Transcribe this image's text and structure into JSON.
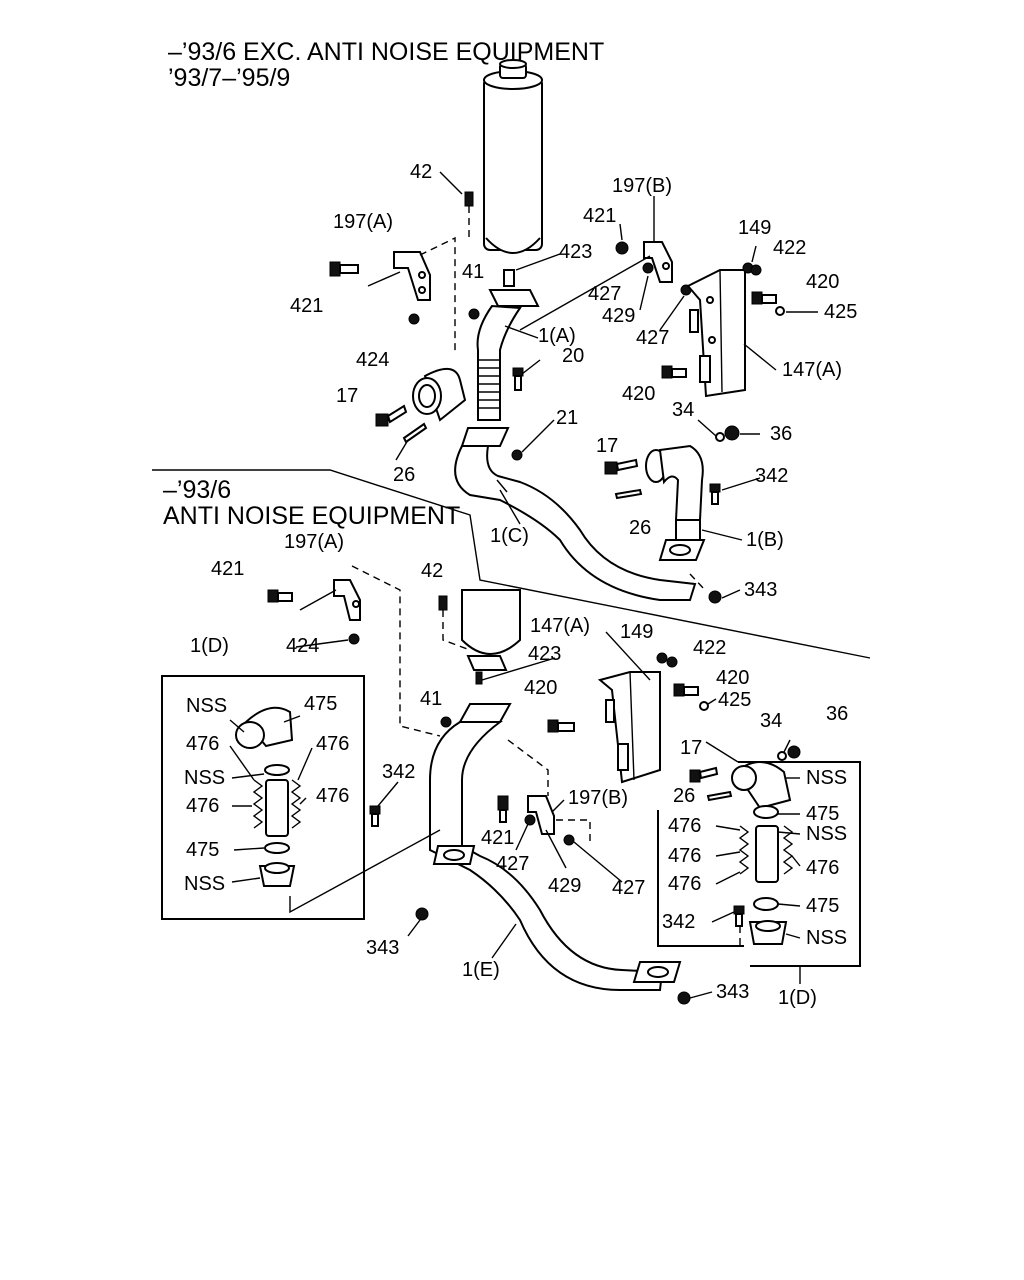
{
  "header": {
    "line1": "–’93/6 EXC. ANTI NOISE EQUIPMENT",
    "line2": "’93/7–’95/9"
  },
  "section2": {
    "line1": "–’93/6",
    "line2": "ANTI NOISE EQUIPMENT"
  },
  "labels": {
    "l42a": "42",
    "l197b_top": "197(B)",
    "l197a_top": "197(A)",
    "l421a": "421",
    "l149a": "149",
    "l422a": "422",
    "l423a": "423",
    "l41a": "41",
    "l421b": "421",
    "l427a": "427",
    "l420a": "420",
    "l429a": "429",
    "l425a": "425",
    "l424a": "424",
    "l1a": "1(A)",
    "l427b": "427",
    "l20": "20",
    "l147a_top": "147(A)",
    "l420b": "420",
    "l17a": "17",
    "l21": "21",
    "l34a": "34",
    "l36a": "36",
    "l17b": "17",
    "l26a": "26",
    "l342a": "342",
    "l26b": "26",
    "l1c": "1(C)",
    "l1b": "1(B)",
    "l343a": "343",
    "l197a_mid": "197(A)",
    "l421c": "421",
    "l42b": "42",
    "l424b": "424",
    "l147a_mid": "147(A)",
    "l149b": "149",
    "l1d_left": "1(D)",
    "l423b": "423",
    "l422b": "422",
    "l420c": "420",
    "l420d": "420",
    "l425b": "425",
    "l41b": "41",
    "l34b": "34",
    "l36b": "36",
    "lnss1": "NSS",
    "l475a": "475",
    "l476a": "476",
    "l476b": "476",
    "lnss2": "NSS",
    "l476c": "476",
    "l476d": "476",
    "l342b": "342",
    "l17c": "17",
    "lnss3": "NSS",
    "l26c": "26",
    "l197b_mid": "197(B)",
    "l475b": "475",
    "l476e": "476",
    "lnss4": "NSS",
    "l475c": "475",
    "l421d": "421",
    "l476f": "476",
    "l476g": "476",
    "l427c": "427",
    "l429b": "429",
    "l427d": "427",
    "lnss5": "NSS",
    "l476h": "476",
    "l475d": "475",
    "l342c": "342",
    "lnss6": "NSS",
    "l343b": "343",
    "l1e": "1(E)",
    "l343c": "343",
    "l1d_right": "1(D)"
  }
}
